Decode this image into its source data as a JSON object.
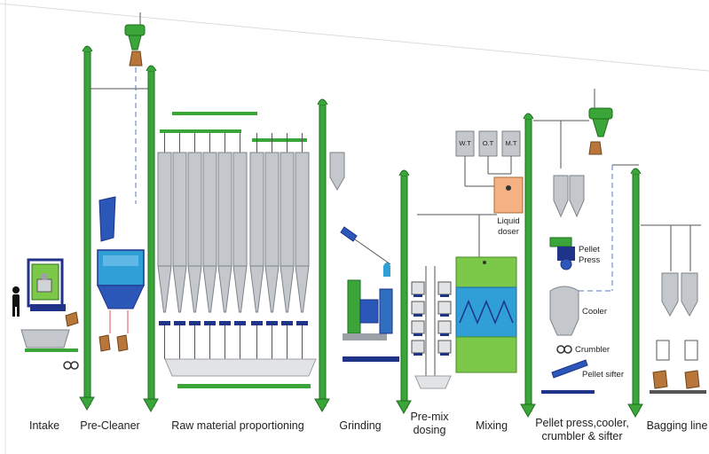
{
  "stages": {
    "intake": "Intake",
    "pre_cleaner": "Pre-Cleaner",
    "raw_material": "Raw material proportioning",
    "grinding": "Grinding",
    "premix_line1": "Pre-mix",
    "premix_line2": "dosing",
    "mixing": "Mixing",
    "pellet_line1": "Pellet press,cooler,",
    "pellet_line2": "crumbler & sifter",
    "bagging": "Bagging line"
  },
  "equipment": {
    "tank1": "W.T",
    "tank2": "O.T",
    "tank3": "M.T",
    "liquid_line1": "Liquid",
    "liquid_line2": "doser",
    "pellet_press_line1": "Pellet",
    "pellet_press_line2": "Press",
    "cooler": "Cooler",
    "crumbler": "Crumbler",
    "pellet_sifter": "Pellet sifter"
  },
  "colors": {
    "elevator": "#3aa63a",
    "elevator_dark": "#1f6e1f",
    "silo": "#c4c8cc",
    "silo_edge": "#7d8389",
    "blue": "#2b57b8",
    "navy": "#1f3388",
    "mixer_green": "#7cc94a",
    "mixer_blue": "#2f9fd6",
    "doser": "#f4b183",
    "bag": "#b8763a"
  }
}
